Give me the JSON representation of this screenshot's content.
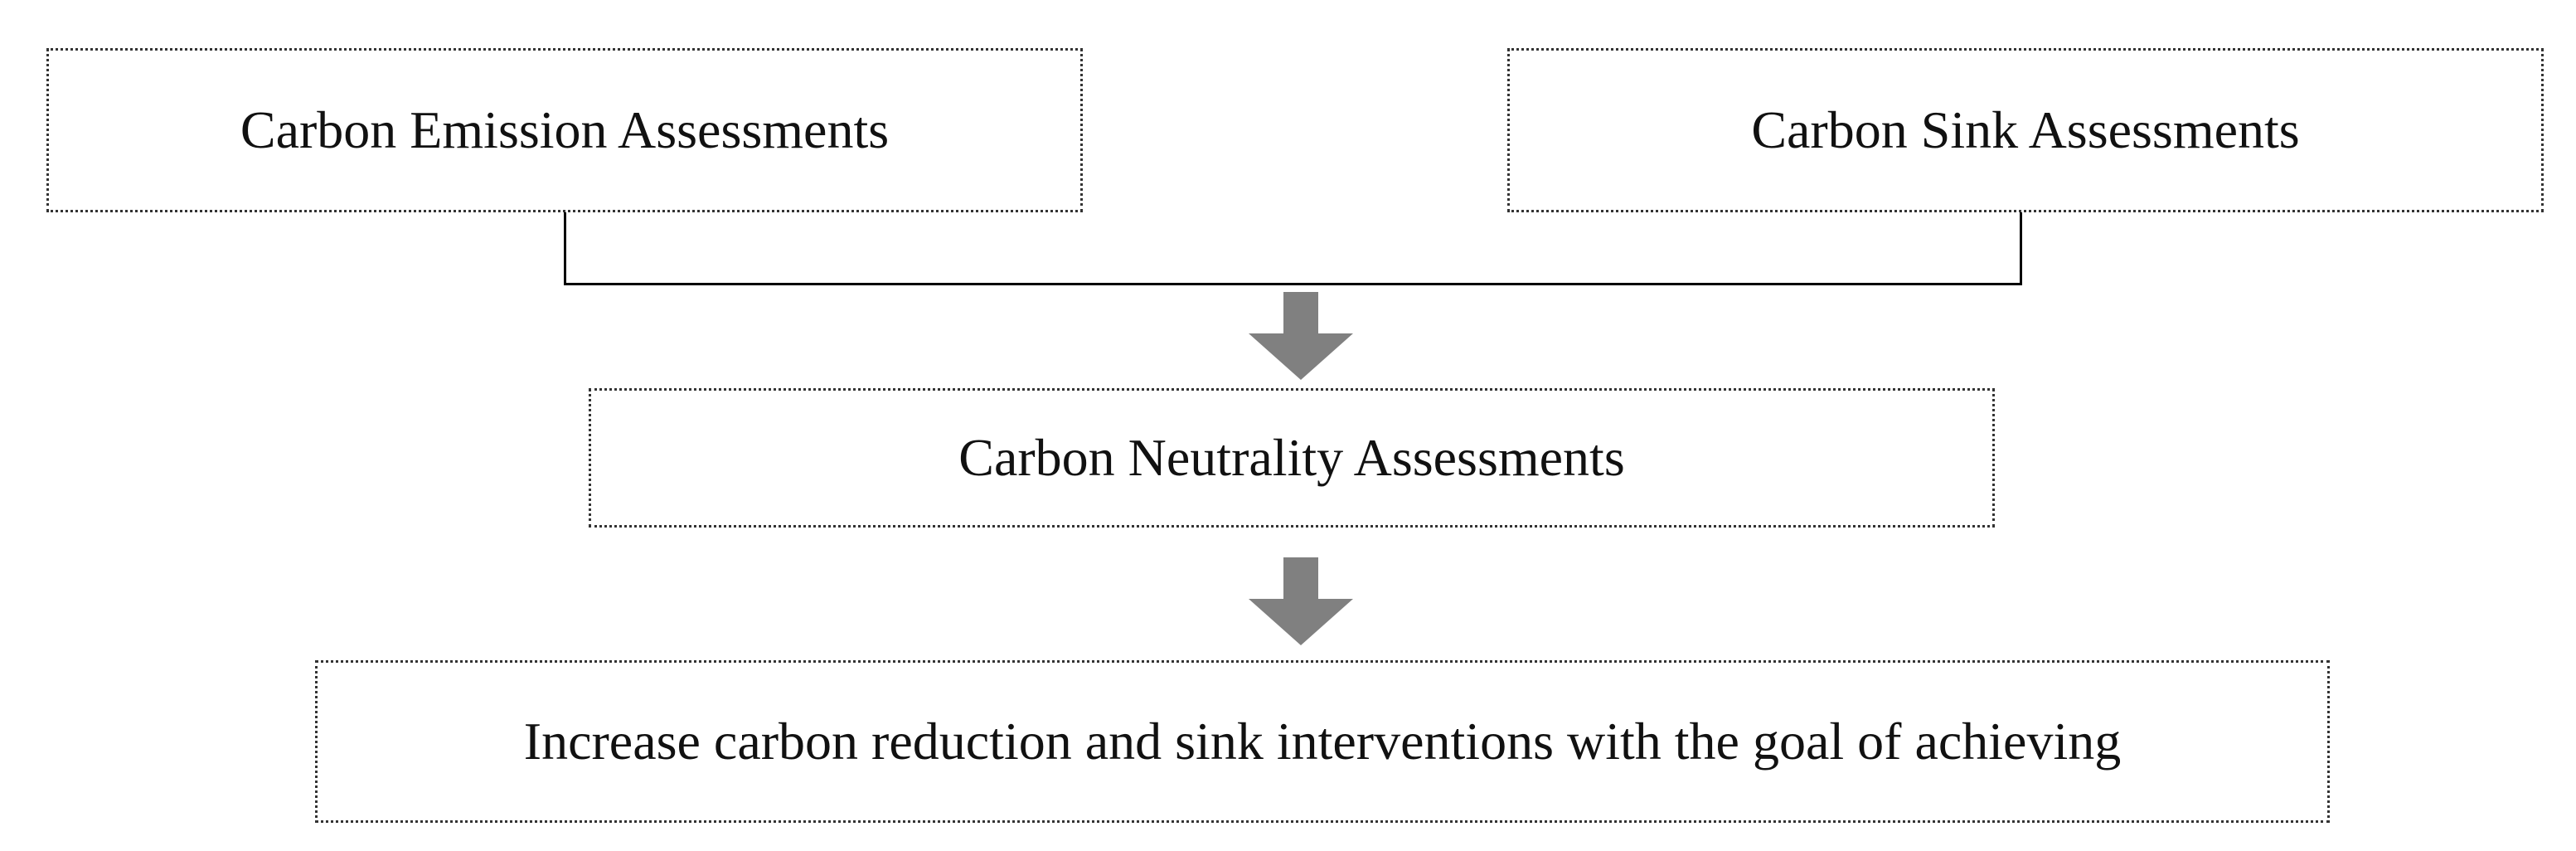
{
  "boxes": {
    "emission": "Carbon Emission Assessments",
    "sink": "Carbon Sink Assessments",
    "neutrality": "Carbon Neutrality Assessments",
    "goal": "Increase carbon reduction and sink interventions with the goal of achieving"
  },
  "colors": {
    "arrow": "#808080",
    "border": "#333333",
    "connector": "#000000"
  }
}
